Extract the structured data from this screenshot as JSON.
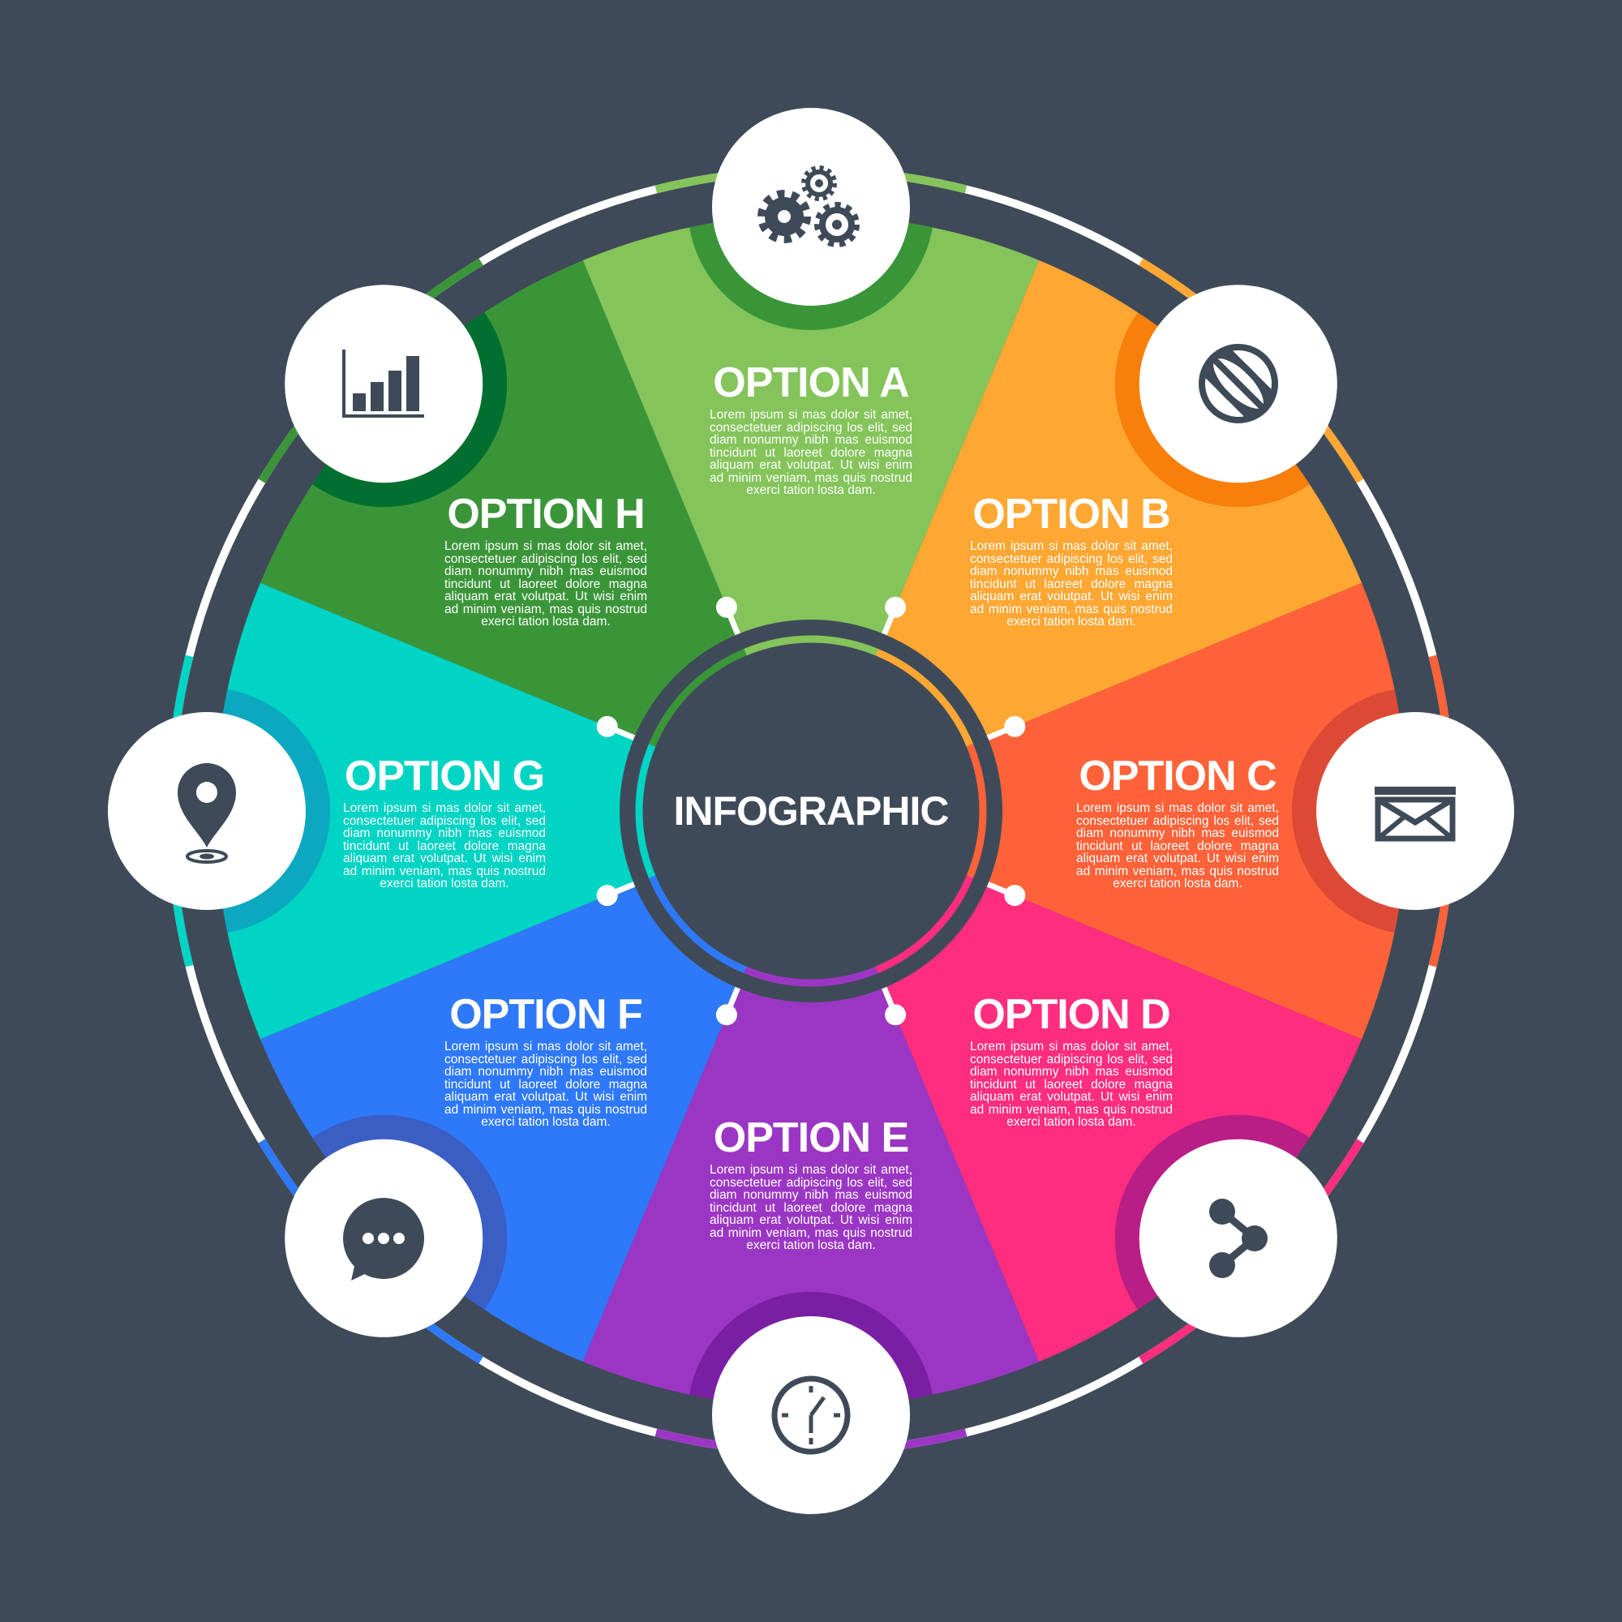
{
  "background_color": "#3f4a58",
  "center": {
    "title": "INFOGRAPHIC"
  },
  "options": [
    {
      "id": "A",
      "title": "OPTION A",
      "icon": "gears-icon",
      "color": "#84c45a",
      "ring_color": "#3a9538",
      "body": "Lorem ipsum  si mas  dolor sit amet, consectetuer adipiscing los elit, sed diam nonummy nibh mas euismod tincidunt ut laoreet dolore magna aliquam erat volutpat. Ut wisi enim ad minim veniam, mas quis nostrud exerci tation losta dam."
    },
    {
      "id": "B",
      "title": "OPTION B",
      "icon": "globe-icon",
      "color": "#ffa733",
      "ring_color": "#f77f0a",
      "body": "Lorem ipsum  si mas  dolor sit amet, consectetuer adipiscing los elit, sed diam nonummy nibh mas euismod tincidunt ut laoreet dolore magna aliquam erat volutpat. Ut wisi enim ad minim veniam, mas quis nostrud exerci tation losta dam."
    },
    {
      "id": "C",
      "title": "OPTION C",
      "icon": "envelope-icon",
      "color": "#ff6239",
      "ring_color": "#dc4a36",
      "body": "Lorem ipsum  si mas  dolor sit amet, consectetuer adipiscing los elit, sed diam nonummy nibh mas euismod tincidunt ut laoreet dolore magna aliquam erat volutpat. Ut wisi enim ad minim veniam, mas quis nostrud exerci tation losta dam."
    },
    {
      "id": "D",
      "title": "OPTION D",
      "icon": "share-icon",
      "color": "#ff2d7e",
      "ring_color": "#b81e86",
      "body": "Lorem ipsum  si mas  dolor sit amet, consectetuer adipiscing los elit, sed diam nonummy nibh mas euismod tincidunt ut laoreet dolore magna aliquam erat volutpat. Ut wisi enim ad minim veniam, mas quis nostrud exerci tation losta dam."
    },
    {
      "id": "E",
      "title": "OPTION E",
      "icon": "clock-icon",
      "color": "#9b36c4",
      "ring_color": "#7a1ea3",
      "body": "Lorem ipsum  si mas  dolor sit amet, consectetuer adipiscing los elit, sed diam nonummy nibh mas euismod tincidunt ut laoreet dolore magna aliquam erat volutpat. Ut wisi enim ad minim veniam, mas quis nostrud exerci tation losta dam."
    },
    {
      "id": "F",
      "title": "OPTION F",
      "icon": "chat-bubble-icon",
      "color": "#2e78fa",
      "ring_color": "#3a5ec4",
      "body": "Lorem ipsum  si mas  dolor sit amet, consectetuer adipiscing los elit, sed diam nonummy nibh mas euismod tincidunt ut laoreet dolore magna aliquam erat volutpat. Ut wisi enim ad minim veniam, mas quis nostrud exerci tation losta dam."
    },
    {
      "id": "G",
      "title": "OPTION G",
      "icon": "location-pin-icon",
      "color": "#00d4c4",
      "ring_color": "#0ba8c0",
      "body": "Lorem ipsum  si mas  dolor sit amet, consectetuer adipiscing los elit, sed diam nonummy nibh mas euismod tincidunt ut laoreet dolore magna aliquam erat volutpat. Ut wisi enim ad minim veniam, mas quis nostrud exerci tation losta dam."
    },
    {
      "id": "H",
      "title": "OPTION H",
      "icon": "bar-chart-icon",
      "color": "#3a9538",
      "ring_color": "#006f2f",
      "body": "Lorem ipsum  si mas  dolor sit amet, consectetuer adipiscing los elit, sed diam nonummy nibh mas euismod tincidunt ut laoreet dolore magna aliquam erat volutpat. Ut wisi enim ad minim veniam, mas quis nostrud exerci tation losta dam."
    }
  ]
}
